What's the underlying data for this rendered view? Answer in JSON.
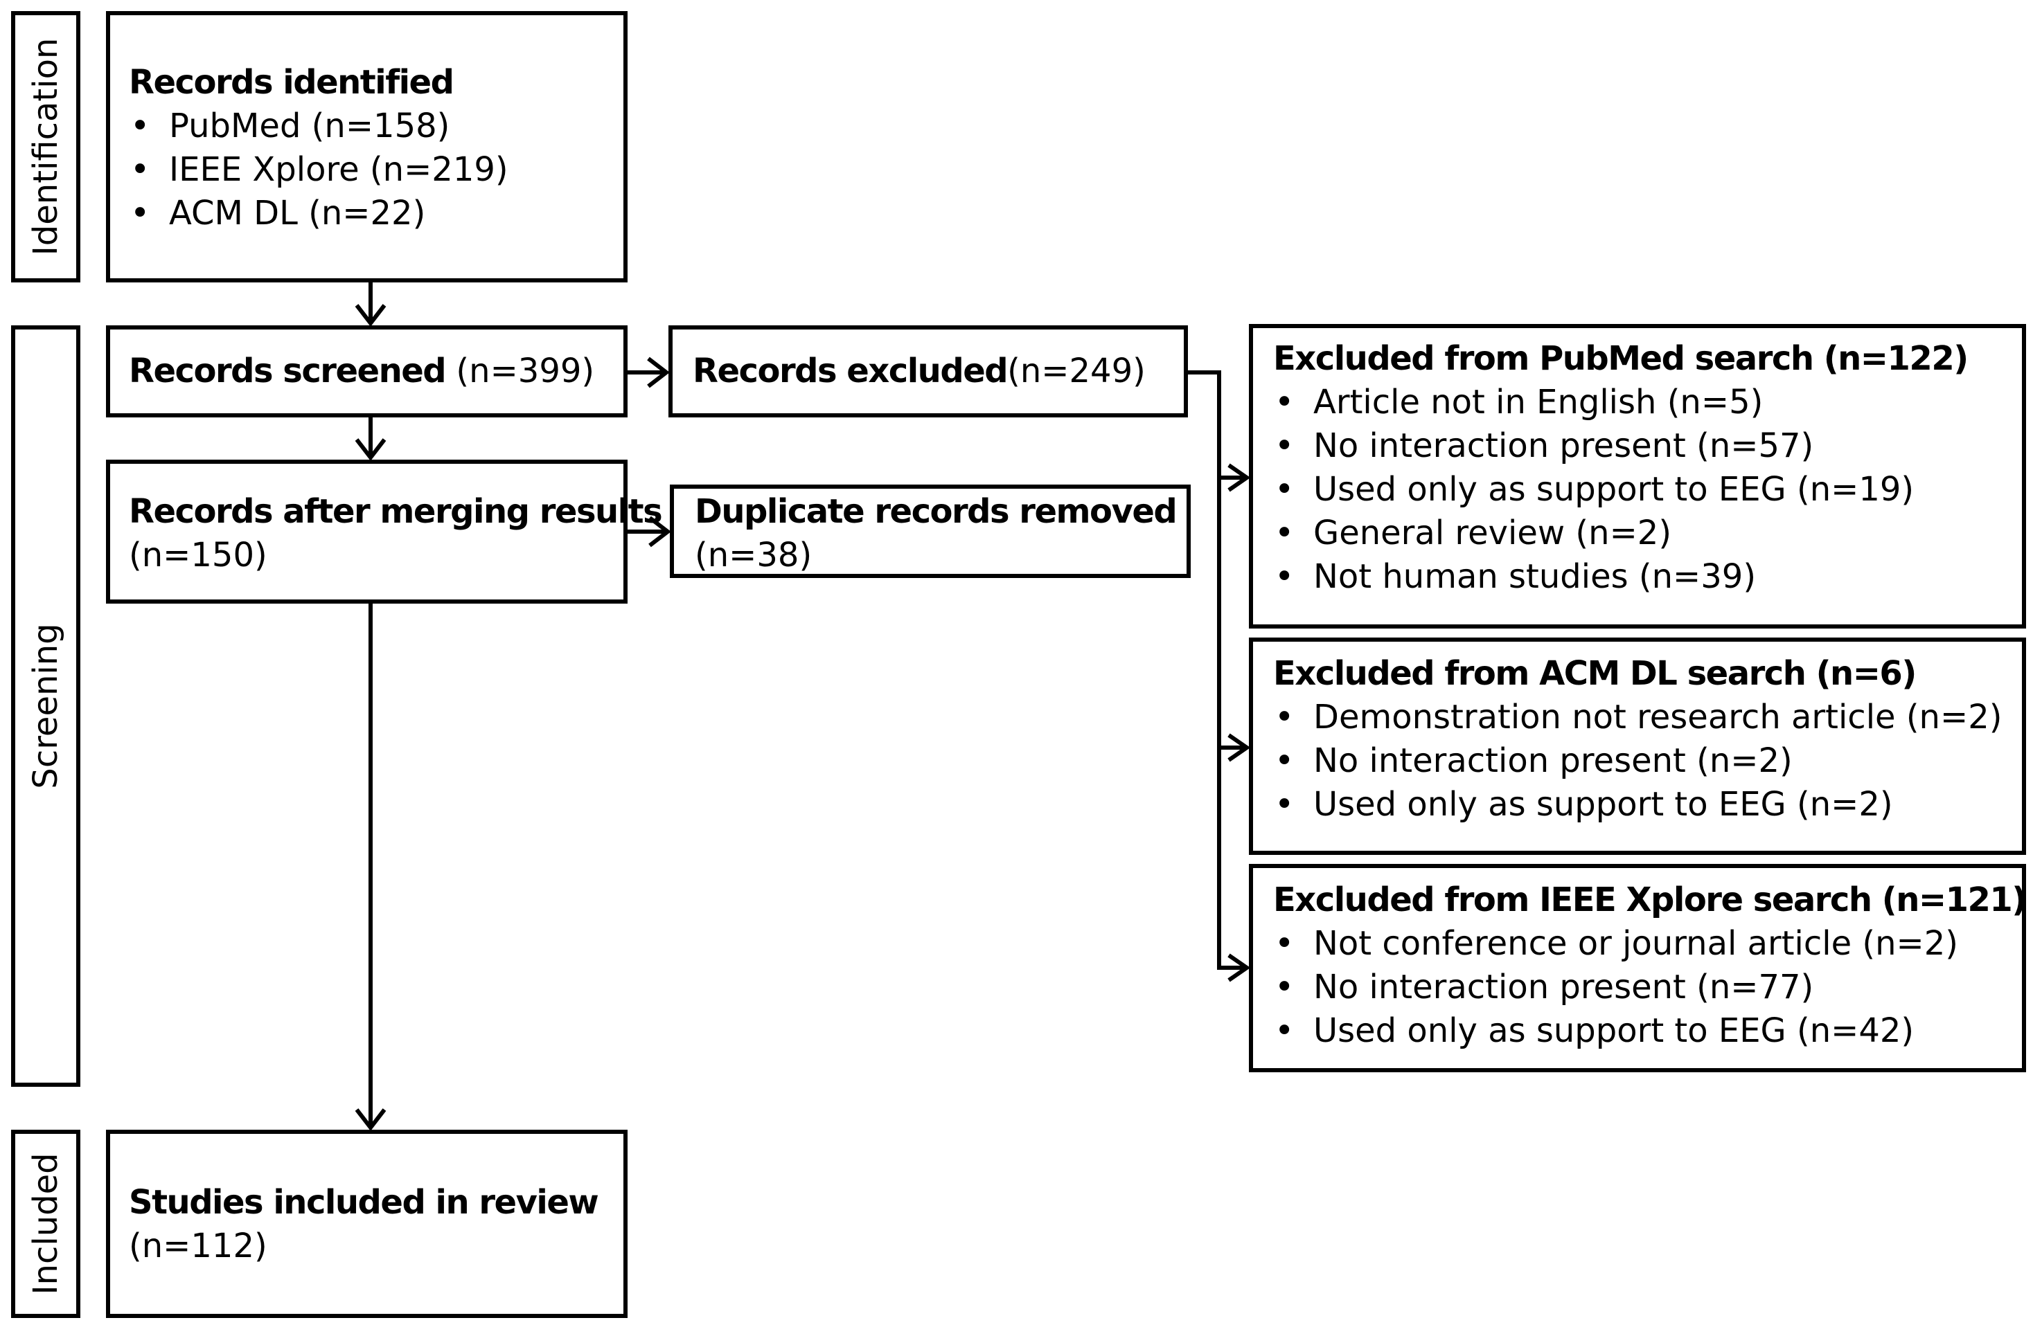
{
  "phases": {
    "identification": "Identification",
    "screening": "Screening",
    "included": "Included"
  },
  "identified": {
    "title": "Records identified",
    "items": [
      "PubMed (n=158)",
      "IEEE Xplore (n=219)",
      "ACM DL (n=22)"
    ]
  },
  "screened": {
    "title": "Records screened",
    "count": " (n=399)"
  },
  "excluded": {
    "title": "Records excluded",
    "count": "(n=249)"
  },
  "merged": {
    "title": "Records after merging results",
    "count": "(n=150)"
  },
  "duplicates": {
    "title": "Duplicate records removed",
    "count": "(n=38)"
  },
  "included": {
    "title": "Studies included in review",
    "count": "(n=112)"
  },
  "pubmed_excl": {
    "title": "Excluded from PubMed search (n=122)",
    "items": [
      "Article not in English (n=5)",
      "No interaction present (n=57)",
      "Used only as support to EEG (n=19)",
      "General review (n=2)",
      "Not human studies (n=39)"
    ]
  },
  "acm_excl": {
    "title": "Excluded from ACM DL search (n=6)",
    "items": [
      "Demonstration not research article (n=2)",
      "No interaction present (n=2)",
      "Used only as support to EEG (n=2)"
    ]
  },
  "ieee_excl": {
    "title": "Excluded from IEEE Xplore search (n=121)",
    "items": [
      "Not conference or journal article (n=2)",
      "No interaction present (n=77)",
      "Used only as support to EEG (n=42)"
    ]
  }
}
